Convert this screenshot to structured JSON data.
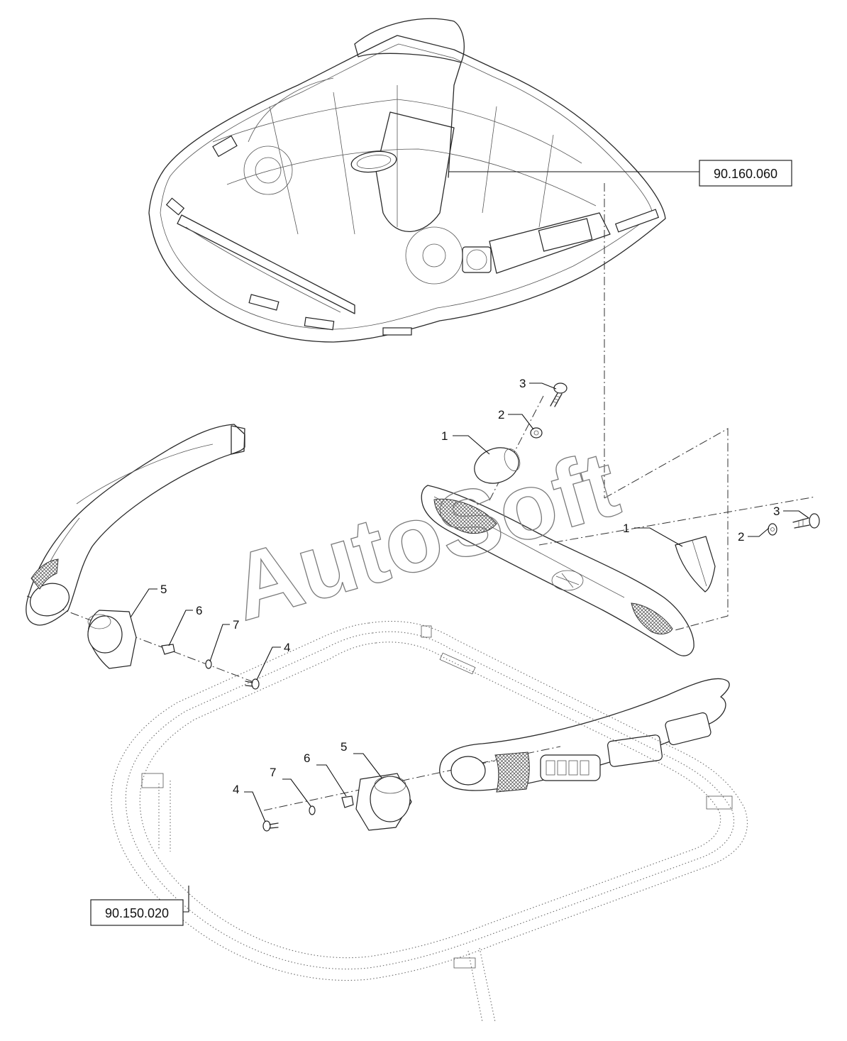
{
  "references": {
    "roof_panel": "90.160.060",
    "frame": "90.150.020"
  },
  "watermark": "AutoSoft",
  "callouts": {
    "c1a": "1",
    "c1b": "1",
    "c2a": "2",
    "c2b": "2",
    "c3a": "3",
    "c3b": "3",
    "c4a": "4",
    "c4b": "4",
    "c5a": "5",
    "c5b": "5",
    "c6a": "6",
    "c6b": "6",
    "c7a": "7",
    "c7b": "7"
  }
}
